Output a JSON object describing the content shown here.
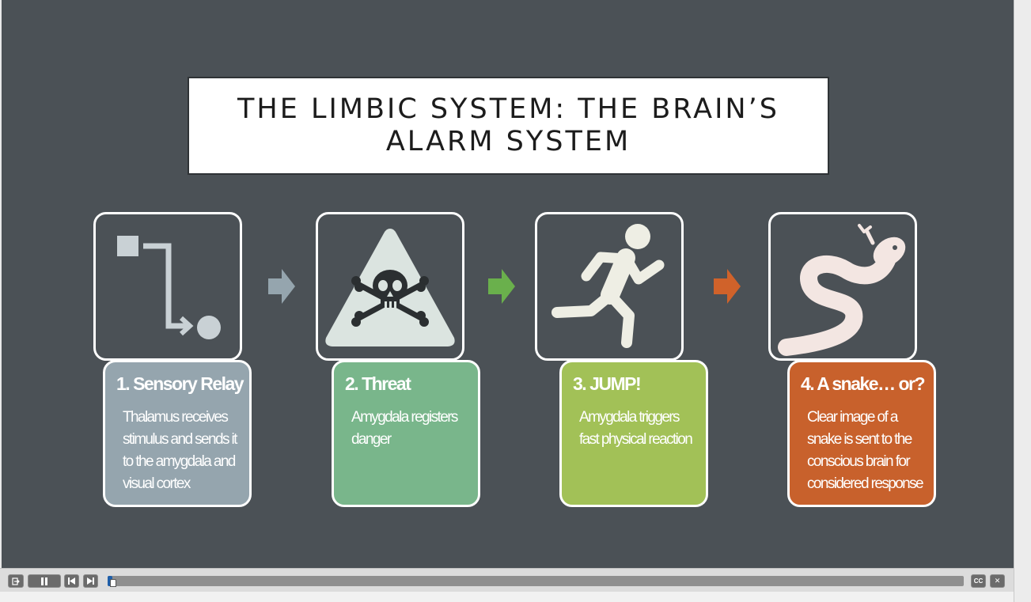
{
  "slide": {
    "title": "THE LIMBIC SYSTEM: THE BRAIN’S ALARM SYSTEM",
    "background": "#4b5156",
    "steps": [
      {
        "icon": "flow-diagram-icon",
        "title": "1. Sensory Relay",
        "description": "Thalamus receives stimulus and sends it to the amygdala and visual cortex",
        "color": "#95a5ae",
        "arrow_color": "#95a5ae"
      },
      {
        "icon": "danger-skull-icon",
        "title": "2. Threat",
        "description": "Amygdala registers danger",
        "color": "#79b68b",
        "arrow_color": "#6ab04c"
      },
      {
        "icon": "running-person-icon",
        "title": "3. JUMP!",
        "description": "Amygdala triggers fast physical reaction",
        "color": "#a2c157",
        "arrow_color": "#d0622a"
      },
      {
        "icon": "snake-icon",
        "title": "4. A snake… or?",
        "description": "Clear image of a snake is sent to the conscious brain for considered response",
        "color": "#c8612c"
      }
    ]
  },
  "player": {
    "exit_icon": "exit-icon",
    "pause_icon": "pause-icon",
    "prev_icon": "skip-back-icon",
    "next_icon": "skip-forward-icon",
    "cc_label": "CC",
    "close_label": "✕",
    "progress": 0.006
  }
}
